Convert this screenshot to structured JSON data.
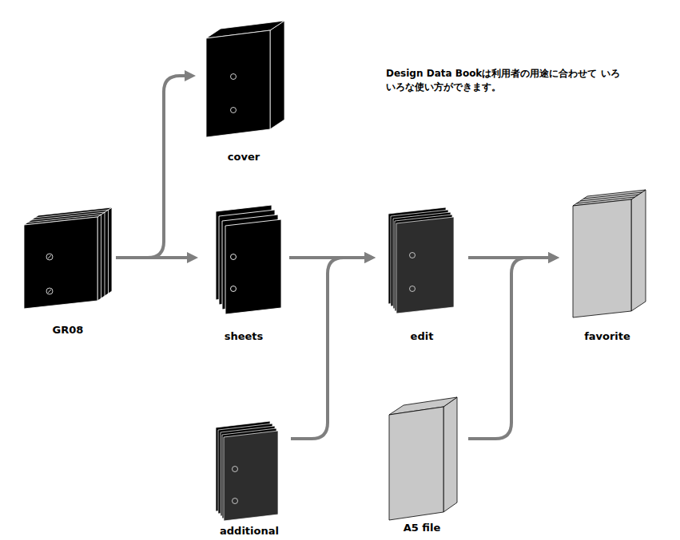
{
  "diagram": {
    "nodes": [
      {
        "text": [
          "GR08"
        ]
      },
      {
        "text": [
          "cover"
        ]
      },
      {
        "text": [
          "sheets"
        ]
      },
      {
        "text": [
          "additional"
        ]
      },
      {
        "text": [
          "edit"
        ]
      },
      {
        "text": [
          "A5 file"
        ]
      },
      {
        "text": [
          "favorite"
        ]
      }
    ],
    "edges": [
      {
        "from": 0,
        "to": 1,
        "arrow": "to"
      },
      {
        "from": 0,
        "to": 2,
        "arrow": "to"
      },
      {
        "from": 2,
        "to": 4,
        "arrow": "to"
      },
      {
        "from": 3,
        "to": 4,
        "arrow": "to"
      },
      {
        "from": 4,
        "to": 6,
        "arrow": "to"
      },
      {
        "from": 5,
        "to": 6,
        "arrow": "to"
      }
    ],
    "labels": [
      "Design Data Bookは利用者の用途に合わせて いろいろな使い方ができます。"
    ]
  }
}
